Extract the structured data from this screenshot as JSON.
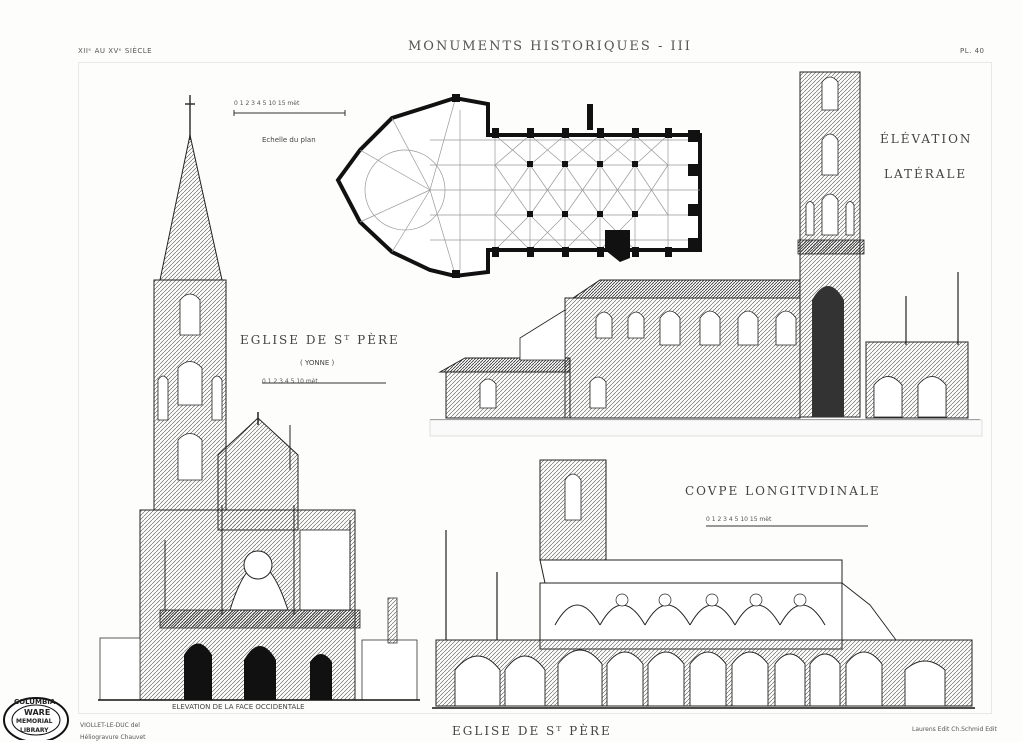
{
  "header": {
    "left": "XIIᵉ AU XVᵉ SIÈCLE",
    "center": "MONUMENTS HISTORIQUES - III",
    "right": "PL. 40"
  },
  "plan": {
    "scale_numbers": "0 1 2 3 4 5        10             15 mèt",
    "scale_caption": "Echelle du plan"
  },
  "west": {
    "title": "EGLISE DE Sᵀ PÈRE",
    "subtitle": "( YONNE )",
    "scale_numbers": "0 1 2 3 4 5              10 mèt",
    "caption": "ELEVATION DE LA FACE OCCIDENTALE"
  },
  "lateral": {
    "line1": "ÉLÉVATION",
    "line2": "LATÉRALE"
  },
  "section": {
    "title": "COVPE LONGITVDINALE",
    "scale_numbers": "0 1 2 3 4 5        10          15 mèt"
  },
  "footer": {
    "left1": "VIOLLET-LE-DUC del",
    "left2": "Héliogravure Chauvet",
    "center": "EGLISE DE Sᵀ PÈRE",
    "right": "Laurens Edit Ch.Schmid Edit"
  },
  "stamp": {
    "line1": "COLUMBIA",
    "line2": "WARE",
    "line3": "MEMORIAL",
    "line4": "LIBRARY"
  },
  "colors": {
    "ink": "#1c1c1c",
    "paper": "#fdfdfc"
  }
}
